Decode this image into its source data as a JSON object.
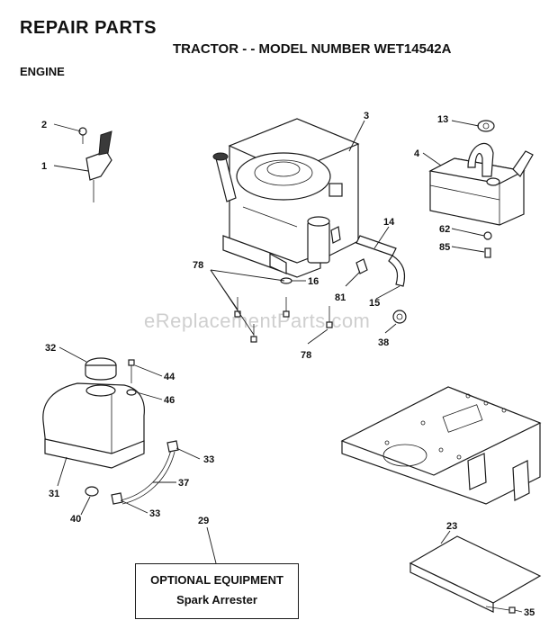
{
  "header": {
    "title": "REPAIR PARTS",
    "subtitle": "TRACTOR - - MODEL NUMBER WET14542A",
    "section": "ENGINE"
  },
  "watermark": "eReplacementParts.com",
  "optional_box": {
    "title": "OPTIONAL EQUIPMENT",
    "item": "Spark Arrester"
  },
  "callouts": [
    "2",
    "1",
    "3",
    "13",
    "4",
    "14",
    "62",
    "85",
    "78",
    "16",
    "81",
    "15",
    "38",
    "78",
    "32",
    "44",
    "46",
    "33",
    "37",
    "31",
    "40",
    "33",
    "29",
    "23",
    "35"
  ]
}
